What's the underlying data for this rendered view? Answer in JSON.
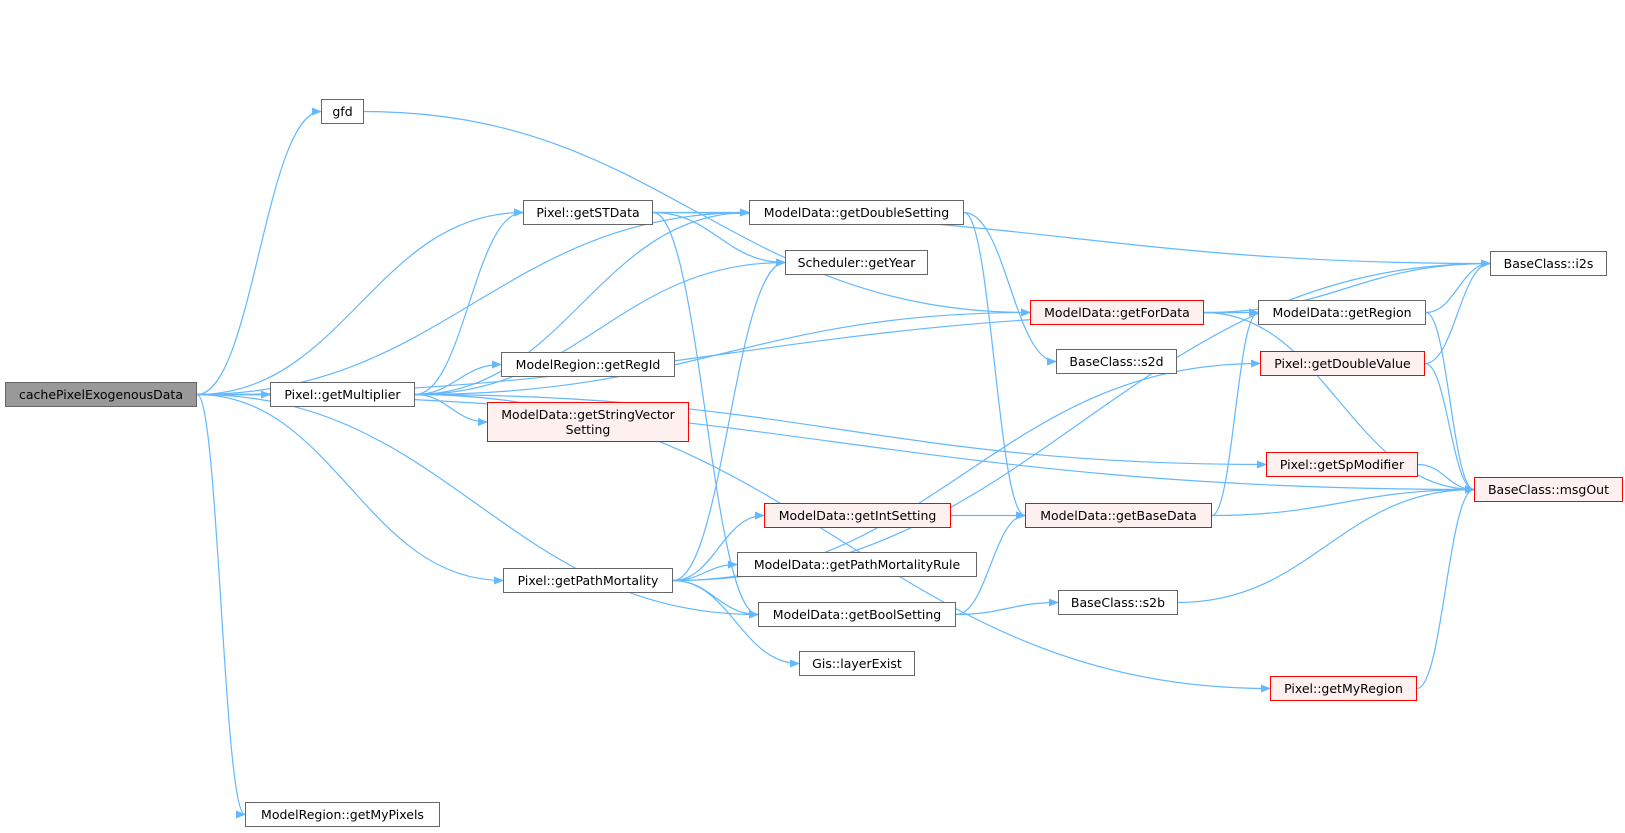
{
  "graph": {
    "root": "cachePixelExogenousData",
    "nodes": {
      "cache": {
        "label": "cachePixelExogenousData",
        "style": "root"
      },
      "gfd": {
        "label": "gfd",
        "style": "normal"
      },
      "getMultiplier": {
        "label": "Pixel::getMultiplier",
        "style": "normal"
      },
      "getSTData": {
        "label": "Pixel::getSTData",
        "style": "normal"
      },
      "getRegId": {
        "label": "ModelRegion::getRegId",
        "style": "normal"
      },
      "getStringVectorSetting": {
        "label": "ModelData::getStringVector\nSetting",
        "style": "red"
      },
      "getPathMortality": {
        "label": "Pixel::getPathMortality",
        "style": "normal"
      },
      "getMyPixels": {
        "label": "ModelRegion::getMyPixels",
        "style": "normal"
      },
      "getDoubleSetting": {
        "label": "ModelData::getDoubleSetting",
        "style": "normal"
      },
      "getYear": {
        "label": "Scheduler::getYear",
        "style": "normal"
      },
      "getIntSetting": {
        "label": "ModelData::getIntSetting",
        "style": "red"
      },
      "getPathMortalityRule": {
        "label": "ModelData::getPathMortalityRule",
        "style": "normal"
      },
      "getBoolSetting": {
        "label": "ModelData::getBoolSetting",
        "style": "normal"
      },
      "layerExist": {
        "label": "Gis::layerExist",
        "style": "normal"
      },
      "getForData": {
        "label": "ModelData::getForData",
        "style": "red"
      },
      "s2d": {
        "label": "BaseClass::s2d",
        "style": "normal"
      },
      "getBaseData": {
        "label": "ModelData::getBaseData",
        "style": "red"
      },
      "s2b": {
        "label": "BaseClass::s2b",
        "style": "normal"
      },
      "getRegion": {
        "label": "ModelData::getRegion",
        "style": "normal"
      },
      "getDoubleValue": {
        "label": "Pixel::getDoubleValue",
        "style": "red"
      },
      "getSpModifier": {
        "label": "Pixel::getSpModifier",
        "style": "red"
      },
      "getMyRegion": {
        "label": "Pixel::getMyRegion",
        "style": "red"
      },
      "i2s": {
        "label": "BaseClass::i2s",
        "style": "normal"
      },
      "msgOut": {
        "label": "BaseClass::msgOut",
        "style": "red"
      }
    },
    "edges": [
      [
        "cache",
        "gfd"
      ],
      [
        "cache",
        "getSTData"
      ],
      [
        "cache",
        "getDoubleSetting"
      ],
      [
        "cache",
        "getRegion"
      ],
      [
        "cache",
        "getMultiplier"
      ],
      [
        "cache",
        "getPathMortality"
      ],
      [
        "cache",
        "getBoolSetting"
      ],
      [
        "cache",
        "msgOut"
      ],
      [
        "cache",
        "getMyPixels"
      ],
      [
        "gfd",
        "getForData"
      ],
      [
        "getSTData",
        "i2s"
      ],
      [
        "getSTData",
        "getDoubleSetting"
      ],
      [
        "getSTData",
        "getYear"
      ],
      [
        "getSTData",
        "getBoolSetting"
      ],
      [
        "getMultiplier",
        "getSTData"
      ],
      [
        "getMultiplier",
        "getDoubleSetting"
      ],
      [
        "getMultiplier",
        "getYear"
      ],
      [
        "getMultiplier",
        "getRegId"
      ],
      [
        "getMultiplier",
        "getStringVectorSetting"
      ],
      [
        "getMultiplier",
        "getForData"
      ],
      [
        "getMultiplier",
        "getSpModifier"
      ],
      [
        "getMultiplier",
        "getMyRegion"
      ],
      [
        "getDoubleSetting",
        "s2d"
      ],
      [
        "getDoubleSetting",
        "getBaseData"
      ],
      [
        "getPathMortality",
        "getYear"
      ],
      [
        "getPathMortality",
        "i2s"
      ],
      [
        "getPathMortality",
        "getDoubleValue"
      ],
      [
        "getPathMortality",
        "getIntSetting"
      ],
      [
        "getPathMortality",
        "getPathMortalityRule"
      ],
      [
        "getPathMortality",
        "getBoolSetting"
      ],
      [
        "getPathMortality",
        "layerExist"
      ],
      [
        "getForData",
        "i2s"
      ],
      [
        "getForData",
        "getRegion"
      ],
      [
        "getForData",
        "msgOut"
      ],
      [
        "getRegion",
        "i2s"
      ],
      [
        "getRegion",
        "msgOut"
      ],
      [
        "getDoubleValue",
        "i2s"
      ],
      [
        "getDoubleValue",
        "msgOut"
      ],
      [
        "getSpModifier",
        "msgOut"
      ],
      [
        "getIntSetting",
        "getBaseData"
      ],
      [
        "getBaseData",
        "getRegion"
      ],
      [
        "getBaseData",
        "msgOut"
      ],
      [
        "getBoolSetting",
        "getBaseData"
      ],
      [
        "getBoolSetting",
        "s2b"
      ],
      [
        "s2b",
        "msgOut"
      ],
      [
        "getMyRegion",
        "msgOut"
      ]
    ],
    "colors": {
      "edge": "#63b8ff",
      "node_border": "#666666",
      "red_border": "#ff0000",
      "red_fill": "#fff0f0",
      "root_fill": "#999999"
    }
  }
}
